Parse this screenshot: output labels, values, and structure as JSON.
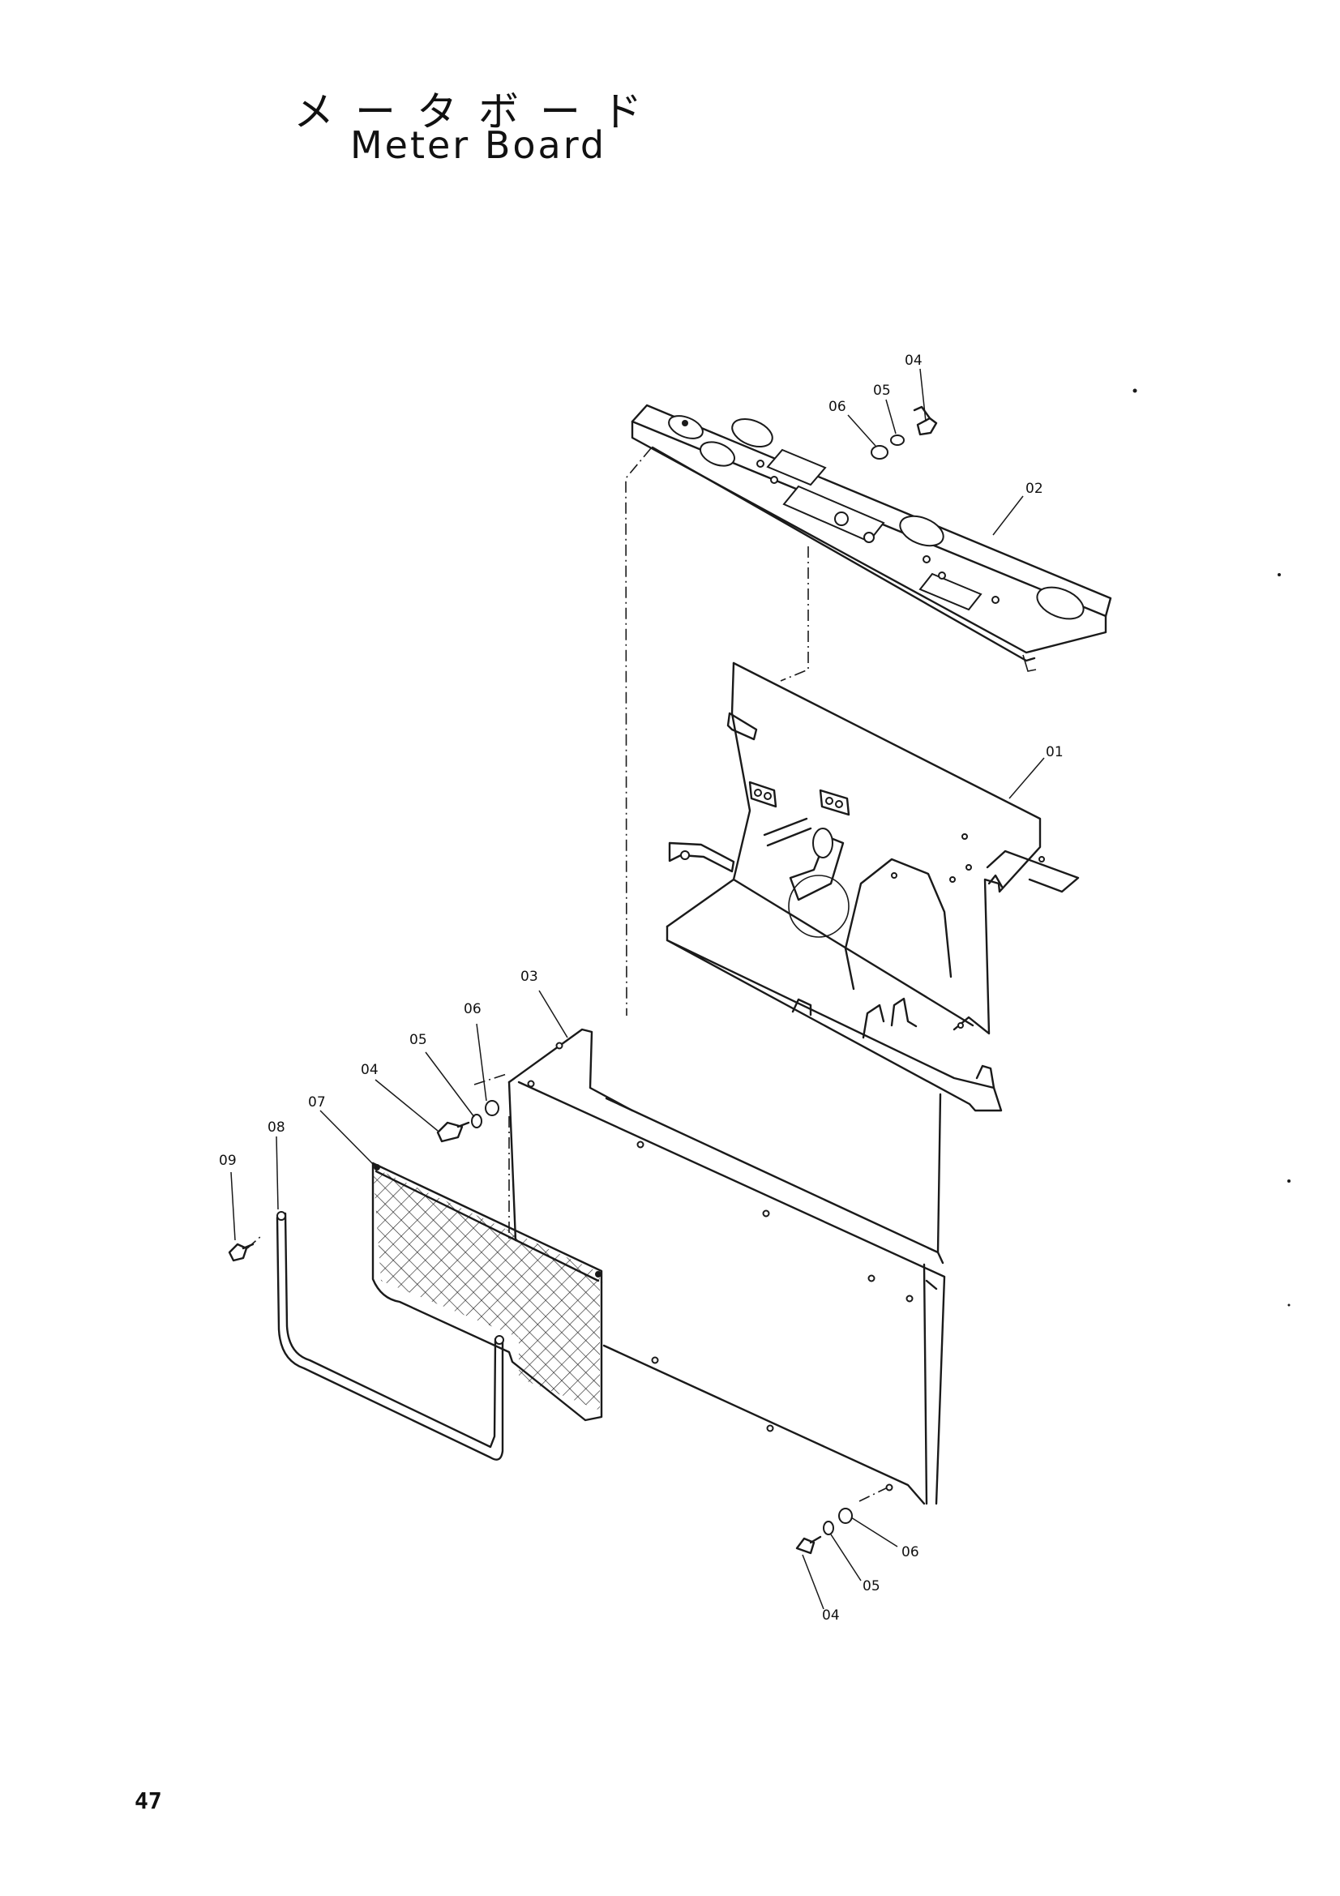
{
  "title": {
    "japanese": "メータボード",
    "english": "Meter Board"
  },
  "page_number": "47",
  "part_labels": {
    "p04_top": "04",
    "p05_top": "05",
    "p06_top": "06",
    "p02": "02",
    "p01": "01",
    "p03": "03",
    "p06_left": "06",
    "p05_left": "05",
    "p04_left": "04",
    "p07": "07",
    "p08": "08",
    "p09": "09",
    "p06_bottom": "06",
    "p05_bottom": "05",
    "p04_bottom": "04"
  }
}
